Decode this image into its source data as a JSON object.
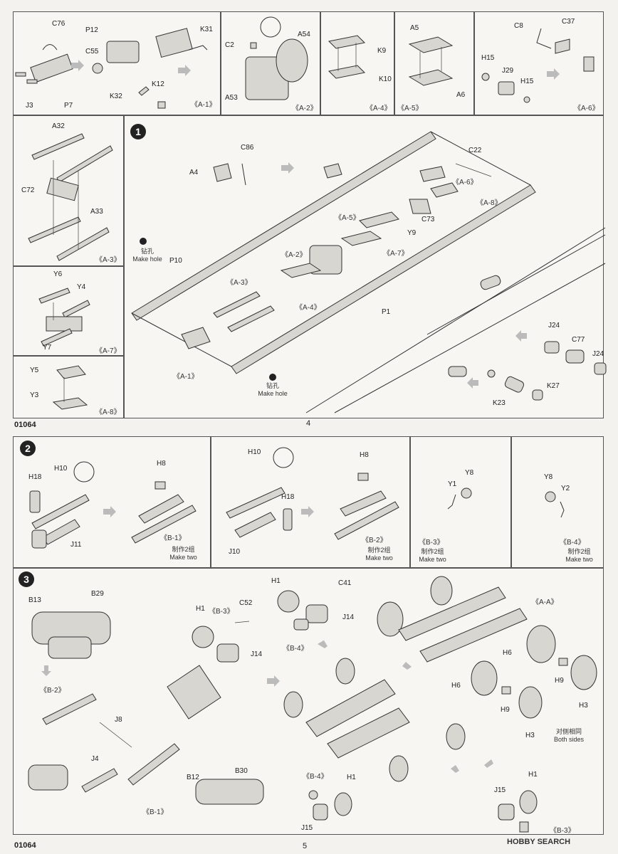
{
  "page_top": {
    "code": "01064",
    "number": "4",
    "subassemblies": [
      {
        "id": "A-1",
        "labels": [
          "C76",
          "P12",
          "K31",
          "C55",
          "J3",
          "P7",
          "K32",
          "K12"
        ]
      },
      {
        "id": "A-2",
        "labels": [
          "C2",
          "A54",
          "A53"
        ]
      },
      {
        "id": "A-4",
        "labels": [
          "K9",
          "K10"
        ]
      },
      {
        "id": "A-5",
        "labels": [
          "A5",
          "A6"
        ]
      },
      {
        "id": "A-6",
        "labels": [
          "C8",
          "C37",
          "H15",
          "J29",
          "H15"
        ]
      },
      {
        "id": "A-3",
        "labels": [
          "A32",
          "C72",
          "A33"
        ]
      },
      {
        "id": "A-7",
        "labels": [
          "Y6",
          "Y4",
          "Y7"
        ]
      },
      {
        "id": "A-8",
        "labels": [
          "Y5",
          "Y3"
        ]
      }
    ],
    "step1": {
      "number": "1",
      "labels": [
        "A4",
        "C86",
        "C22",
        "P10",
        "A-5",
        "C73",
        "Y9",
        "A-2",
        "A-7",
        "A-3",
        "A-4",
        "P1",
        "A-1",
        "J24",
        "C77",
        "J24",
        "K27",
        "K23",
        "A-6",
        "A-8"
      ],
      "make_hole_cn": "钻孔",
      "make_hole_en": "Make hole"
    }
  },
  "page_bottom": {
    "code": "01064",
    "number": "5",
    "step2": {
      "number": "2",
      "panels": [
        {
          "id": "B-1",
          "labels": [
            "H18",
            "H10",
            "H8",
            "J11"
          ],
          "note_cn": "制作2组",
          "note_en": "Make two"
        },
        {
          "id": "B-2",
          "labels": [
            "H10",
            "H8",
            "H18",
            "J10"
          ],
          "note_cn": "制作2组",
          "note_en": "Make two"
        },
        {
          "id": "B-3",
          "labels": [
            "Y8",
            "Y1"
          ],
          "note_cn": "制作2组",
          "note_en": "Make two"
        },
        {
          "id": "B-4",
          "labels": [
            "Y8",
            "Y2"
          ],
          "note_cn": "制作2组",
          "note_en": "Make two"
        }
      ]
    },
    "step3": {
      "number": "3",
      "labels": [
        "B13",
        "B29",
        "H1",
        "B-3",
        "C52",
        "J14",
        "H1",
        "C41",
        "J14",
        "B-4",
        "A-A",
        "H6",
        "H9",
        "H3",
        "H6",
        "H9",
        "H3",
        "B-2",
        "J8",
        "J4",
        "B-1",
        "B12",
        "B30",
        "B-4",
        "H1",
        "J15",
        "H1",
        "J15",
        "B-3"
      ],
      "both_sides_cn": "对侧相同",
      "both_sides_en": "Both sides"
    },
    "watermark": "HOBBY SEARCH"
  }
}
